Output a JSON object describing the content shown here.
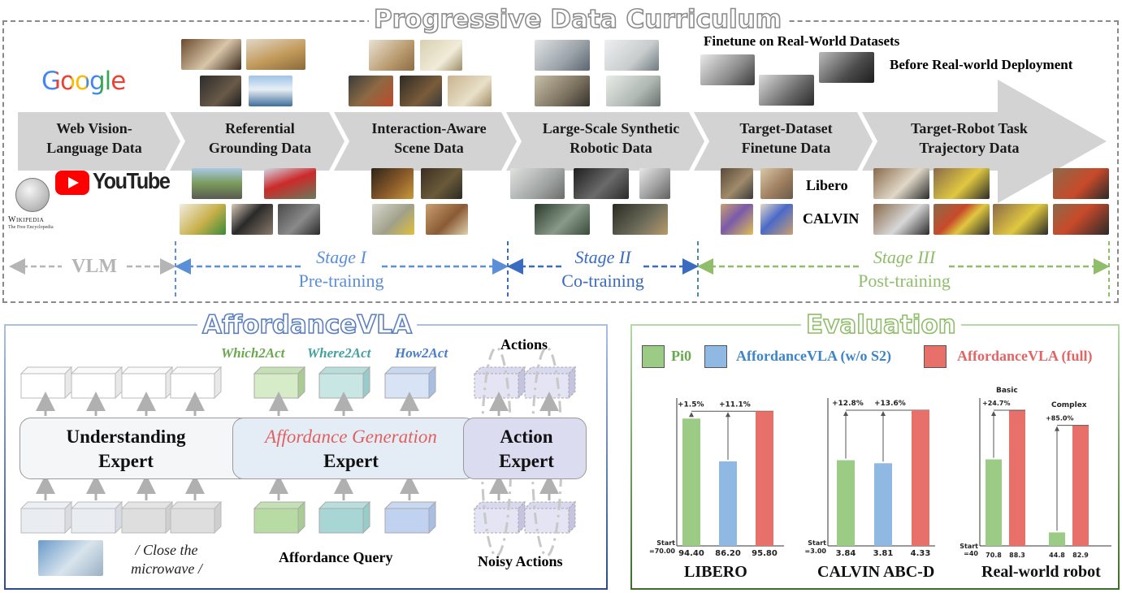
{
  "curriculum": {
    "title": "Progressive Data Curriculum",
    "arrows": [
      {
        "line1": "Web Vision-",
        "line2": "Language Data"
      },
      {
        "line1": "Referential",
        "line2": "Grounding Data"
      },
      {
        "line1": "Interaction-Aware",
        "line2": "Scene Data"
      },
      {
        "line1": "Large-Scale Synthetic",
        "line2": "Robotic Data"
      },
      {
        "line1": "Target-Dataset",
        "line2": "Finetune Data"
      },
      {
        "line1": "Target-Robot Task",
        "line2": "Trajectory Data"
      }
    ],
    "sources": {
      "google": "Google",
      "youtube": "YouTube",
      "wikipedia": "Wikipedia",
      "wikipedia_sub": "The Free Encyclopedia"
    },
    "finetune_note": "Finetune on Real-World Datasets",
    "deploy_note": "Before Real-world Deployment",
    "libero": "Libero",
    "calvin": "CALVIN",
    "stages": {
      "vlm": "VLM",
      "stage1_name": "Stage I",
      "stage1_desc": "Pre-training",
      "stage2_name": "Stage II",
      "stage2_desc": "Co-training",
      "stage3_name": "Stage III",
      "stage3_desc": "Post-training"
    },
    "colors": {
      "arrow": "#d3d3d3",
      "vlm": "#b5b5b5",
      "stage1": "#5b8fd8",
      "stage2": "#3a6bbf",
      "stage3": "#8fbd6a",
      "border": "#8a8a8a"
    }
  },
  "affordance": {
    "title": "AffordanceVLA",
    "which": "Which2Act",
    "where": "Where2Act",
    "how": "How2Act",
    "actions": "Actions",
    "understanding_l1": "Understanding",
    "understanding_l2": "Expert",
    "afford_l1": "Affordance Generation",
    "afford_l2": "Expert",
    "action_l1": "Action",
    "action_l2": "Expert",
    "instruction_l1": "/ Close the",
    "instruction_l2": "microwave /",
    "afford_query": "Affordance Query",
    "noisy_actions": "Noisy Actions",
    "colors": {
      "border": "#2c4a8c",
      "which": "#6aa84f",
      "where": "#45a0a0",
      "how": "#4a7cc9",
      "afford_gen": "#e06060"
    }
  },
  "evaluation": {
    "title": "Evaluation",
    "legend": [
      {
        "label": "Pi0",
        "color": "#9ccb86",
        "text_color": "#6aa84f"
      },
      {
        "label": "AffordanceVLA (w/o S2)",
        "color": "#8fb8e3",
        "text_color": "#3d85c6"
      },
      {
        "label": "AffordanceVLA (full)",
        "color": "#e8706b",
        "text_color": "#e06666"
      }
    ],
    "colors": {
      "border": "#3d6b2a"
    }
  },
  "chart_data": [
    {
      "type": "bar",
      "title": "LIBERO",
      "categories": [
        "Pi0",
        "AffordanceVLA (w/o S2)",
        "AffordanceVLA (full)"
      ],
      "values": [
        94.4,
        86.2,
        95.8
      ],
      "value_labels": [
        "94.40",
        "86.20",
        "95.80"
      ],
      "start_label_1": "Start",
      "start_label_2": "=70.00",
      "ylim": [
        70,
        96
      ],
      "annotations": [
        "+1.5%",
        "+11.1%"
      ]
    },
    {
      "type": "bar",
      "title": "CALVIN ABC-D",
      "categories": [
        "Pi0",
        "AffordanceVLA (w/o S2)",
        "AffordanceVLA (full)"
      ],
      "values": [
        3.84,
        3.81,
        4.33
      ],
      "value_labels": [
        "3.84",
        "3.81",
        "4.33"
      ],
      "start_label_1": "Start",
      "start_label_2": "=3.00",
      "ylim": [
        3.0,
        4.33
      ],
      "annotations": [
        "+12.8%",
        "+13.6%"
      ]
    },
    {
      "type": "bar",
      "title": "Real-world robot",
      "groups": [
        "Basic",
        "Complex"
      ],
      "series": [
        {
          "name": "Pi0",
          "values": [
            70.8,
            44.8
          ]
        },
        {
          "name": "AffordanceVLA (full)",
          "values": [
            88.3,
            82.9
          ]
        }
      ],
      "value_labels": [
        "70.8",
        "88.3",
        "44.8",
        "82.9"
      ],
      "start_label_1": "Start",
      "start_label_2": "=40",
      "ylim": [
        40,
        88.3
      ],
      "annotations": [
        "+24.7%",
        "+85.0%"
      ]
    }
  ]
}
